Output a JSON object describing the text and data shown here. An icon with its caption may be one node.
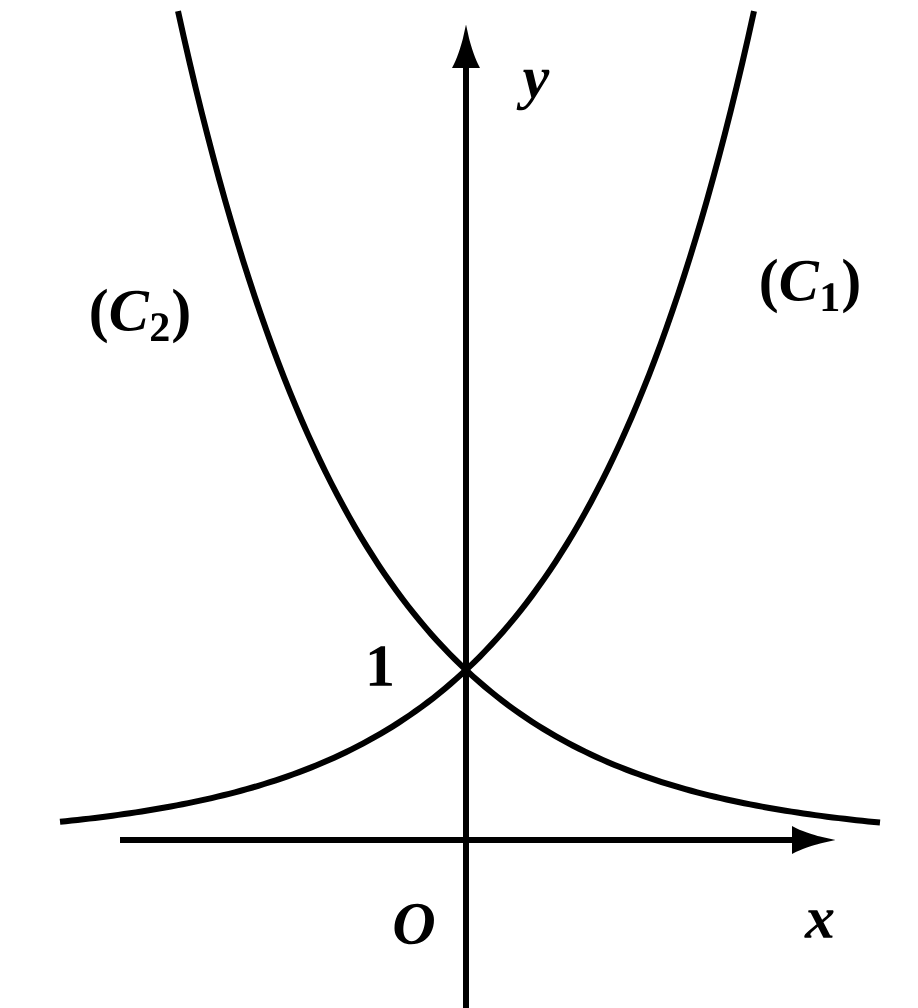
{
  "diagram": {
    "labels": [
      "*y*",
      "(*C*$_{2}$)",
      "(*C*$_{1}$)",
      "1",
      "*O*",
      "*x*"
    ]
  }
}
